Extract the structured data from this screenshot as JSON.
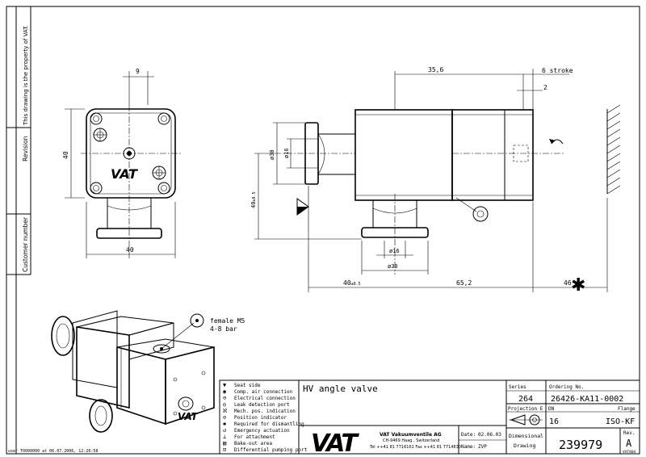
{
  "sidebar": {
    "property_note": "This drawing is the property of VAT.",
    "revision_label": "Revision",
    "customer_label": "Customer number",
    "footer_user": "user T0000000 at 06.07.2006, 12:26:58"
  },
  "dimensions": {
    "front_top": "9",
    "front_left_height": "40",
    "front_bottom_width": "40",
    "side_len_35": "35,6",
    "stroke": "6 stroke",
    "stroke_small": "2",
    "dia_30_left": "ø30",
    "dia_16_left": "ø16",
    "height_40": "40",
    "height_tol": "±0.5",
    "dia_16_bottom": "ø16",
    "dia_30_bottom": "ø30",
    "bottom_40": "40",
    "bottom_40_tol": "±0.5",
    "bottom_65": "65,2",
    "right_46": "46"
  },
  "callout": {
    "line1": "female M5",
    "line2": "4-8 bar"
  },
  "legend": [
    {
      "symbol": "▼",
      "text": "Seat side"
    },
    {
      "symbol": "◉",
      "text": "Comp. air connection"
    },
    {
      "symbol": "⊖",
      "text": "Electrical connection"
    },
    {
      "symbol": "◎",
      "text": "Leak detection port"
    },
    {
      "symbol": "ℵ",
      "text": "Mech. pos. indication"
    },
    {
      "symbol": "⊙",
      "text": "Position indicator"
    },
    {
      "symbol": "✱",
      "text": "Required for dismantling"
    },
    {
      "symbol": "↺",
      "text": "Emergency actuation"
    },
    {
      "symbol": "⊥",
      "text": "For attachment"
    },
    {
      "symbol": "▧",
      "text": "Bake-out area"
    },
    {
      "symbol": "⊡",
      "text": "Differential pumping port"
    }
  ],
  "title_block": {
    "title": "HV angle valve",
    "company": "VAT Vakuumventile AG",
    "address": "CH-9469 Haag , Switzerland",
    "phone": "Tel ++41 81 7716161 Fax ++41 81 7714830",
    "logo": "VAT",
    "date_label": "Date:",
    "date_value": "02.06.03",
    "name_label": "Name:",
    "name_value": "ZVP",
    "series_label": "Series",
    "series_value": "264",
    "ordering_label": "Ordering No.",
    "ordering_value": "26426-KA11-0002",
    "projection_label": "Projection E",
    "dn_label": "DN",
    "dn_value": "16",
    "flange_label": "Flange",
    "flange_value": "ISO-KF",
    "dim_drawing_label1": "Dimensional",
    "dim_drawing_label2": "Drawing",
    "drawing_number": "239979",
    "rev_label": "Rev.",
    "rev_value": "A",
    "corner_code": "VAT804"
  }
}
